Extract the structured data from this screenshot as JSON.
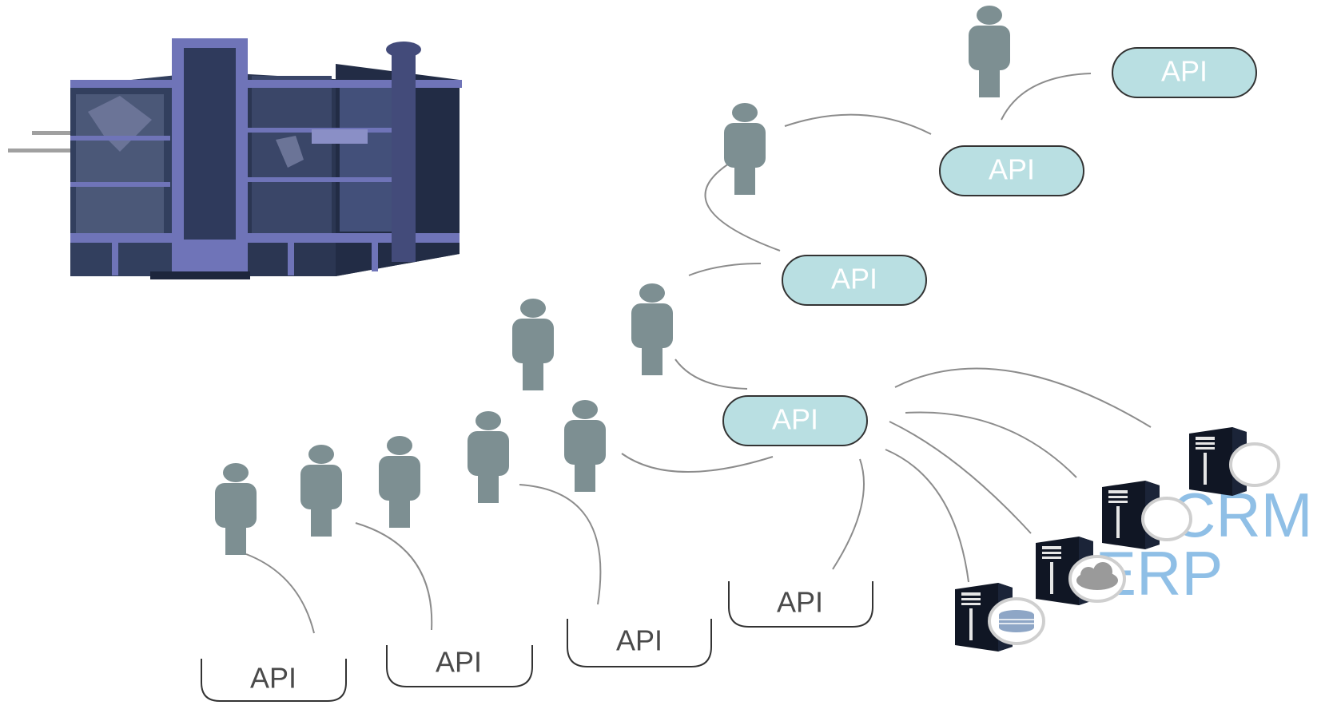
{
  "diagram": {
    "api_label": "API",
    "filled_apis": [
      {
        "id": "api-top-right",
        "label": "API"
      },
      {
        "id": "api-upper",
        "label": "API"
      },
      {
        "id": "api-middle",
        "label": "API"
      },
      {
        "id": "api-hub",
        "label": "API"
      }
    ],
    "outlined_apis": [
      {
        "id": "api-bottom-1",
        "label": "API"
      },
      {
        "id": "api-bottom-2",
        "label": "API"
      },
      {
        "id": "api-bottom-3",
        "label": "API"
      },
      {
        "id": "api-bottom-4",
        "label": "API"
      }
    ],
    "systems": {
      "crm_label": "CRM",
      "erp_label": "ERP"
    },
    "colors": {
      "api_fill": "#b9dfe2",
      "api_outline": "#333333",
      "person": "#7d8f92",
      "building": "#2b3652",
      "building_trim": "#6f74b8",
      "system_label": "#8fbfe6",
      "server": "#101624"
    },
    "icons": [
      "office-building-icon",
      "person-icon",
      "server-icon",
      "cloud-icon",
      "database-icon"
    ]
  }
}
